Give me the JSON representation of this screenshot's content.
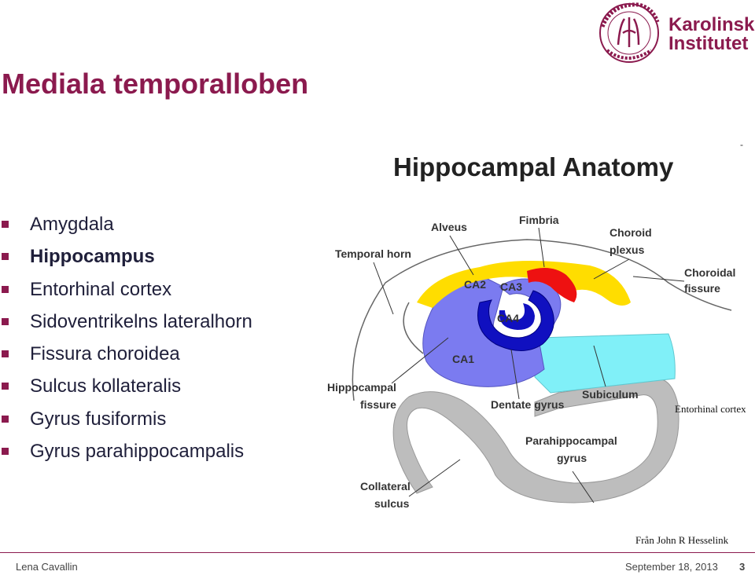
{
  "slide": {
    "title": "Mediala temporalloben",
    "logo": {
      "name_line1": "Karolinska",
      "name_line2": "Institutet",
      "seal_text": "KAROLINSKA INSTITUTET ANNO 1810"
    },
    "bullets": [
      {
        "text": "Amygdala",
        "bold": false
      },
      {
        "text": "Hippocampus",
        "bold": true
      },
      {
        "text": "Entorhinal cortex",
        "bold": false
      },
      {
        "text": "Sidoventrikelns lateralhorn",
        "bold": false
      },
      {
        "text": "Fissura choroidea",
        "bold": false
      },
      {
        "text": "Sulcus kollateralis",
        "bold": false
      },
      {
        "text": "Gyrus fusiformis",
        "bold": false
      },
      {
        "text": "Gyrus parahippocampalis",
        "bold": false
      }
    ],
    "diagram": {
      "title": "Hippocampal Anatomy",
      "labels": {
        "alveus": "Alveus",
        "fimbria": "Fimbria",
        "choroid_1": "Choroid",
        "choroid_2": "plexus",
        "temporal_horn": "Temporal horn",
        "choroidal_1": "Choroidal",
        "choroidal_2": "fissure",
        "ca2": "CA2",
        "ca3": "CA3",
        "ca4": "CA4",
        "ca1": "CA1",
        "hippocampal_1": "Hippocampal",
        "hippocampal_2": "fissure",
        "dentate": "Dentate gyrus",
        "subiculum": "Subiculum",
        "parahippo_1": "Parahippocampal",
        "parahippo_2": "gyrus",
        "collateral_1": "Collateral",
        "collateral_2": "sulcus"
      },
      "entorhinal_label": "Entorhinal cortex",
      "credit": "Från John R Hesselink",
      "corner_mark": "-",
      "colors": {
        "ca_fields": "#7b7bf0",
        "dentate": "#1010c0",
        "fimbria": "#ee1111",
        "choroid": "#ffdd00",
        "subiculum": "#80f0f8",
        "gyrus": "#bdbdbd"
      }
    },
    "footer": {
      "author": "Lena Cavallin",
      "date": "September 18, 2013",
      "page": "3"
    }
  }
}
